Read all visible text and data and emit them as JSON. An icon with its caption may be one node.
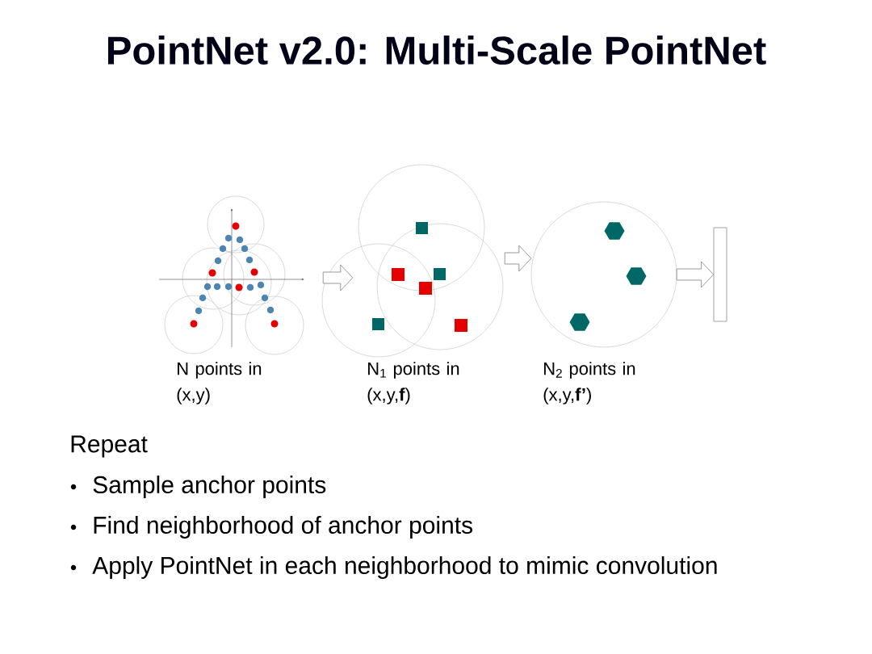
{
  "diagram": {
    "title": "PointNet v2.0: Multi-Scale PointNet",
    "nodes": [
      {
        "text": [],
        "shape": "picture",
        "beside": [
          "N points in (x,y)"
        ]
      },
      {
        "text": [],
        "shape": "picture",
        "beside": [
          "N$_{1}$ points in (x,y,**f**)"
        ]
      },
      {
        "text": [],
        "shape": "picture",
        "beside": [
          "N$_{2}$ points in (x,y,**f’**)"
        ]
      },
      {
        "text": [],
        "shape": "bar"
      }
    ],
    "edges": [
      {
        "from": 0,
        "to": 1,
        "arrow": "to"
      },
      {
        "from": 1,
        "to": 2,
        "arrow": "to"
      },
      {
        "from": 2,
        "to": 3,
        "arrow": "to"
      }
    ],
    "labels": [
      "Repeat",
      "Sample anchor points",
      "Find neighborhood of anchor points",
      "Apply PointNet in each neighborhood to mimic convolution"
    ]
  }
}
